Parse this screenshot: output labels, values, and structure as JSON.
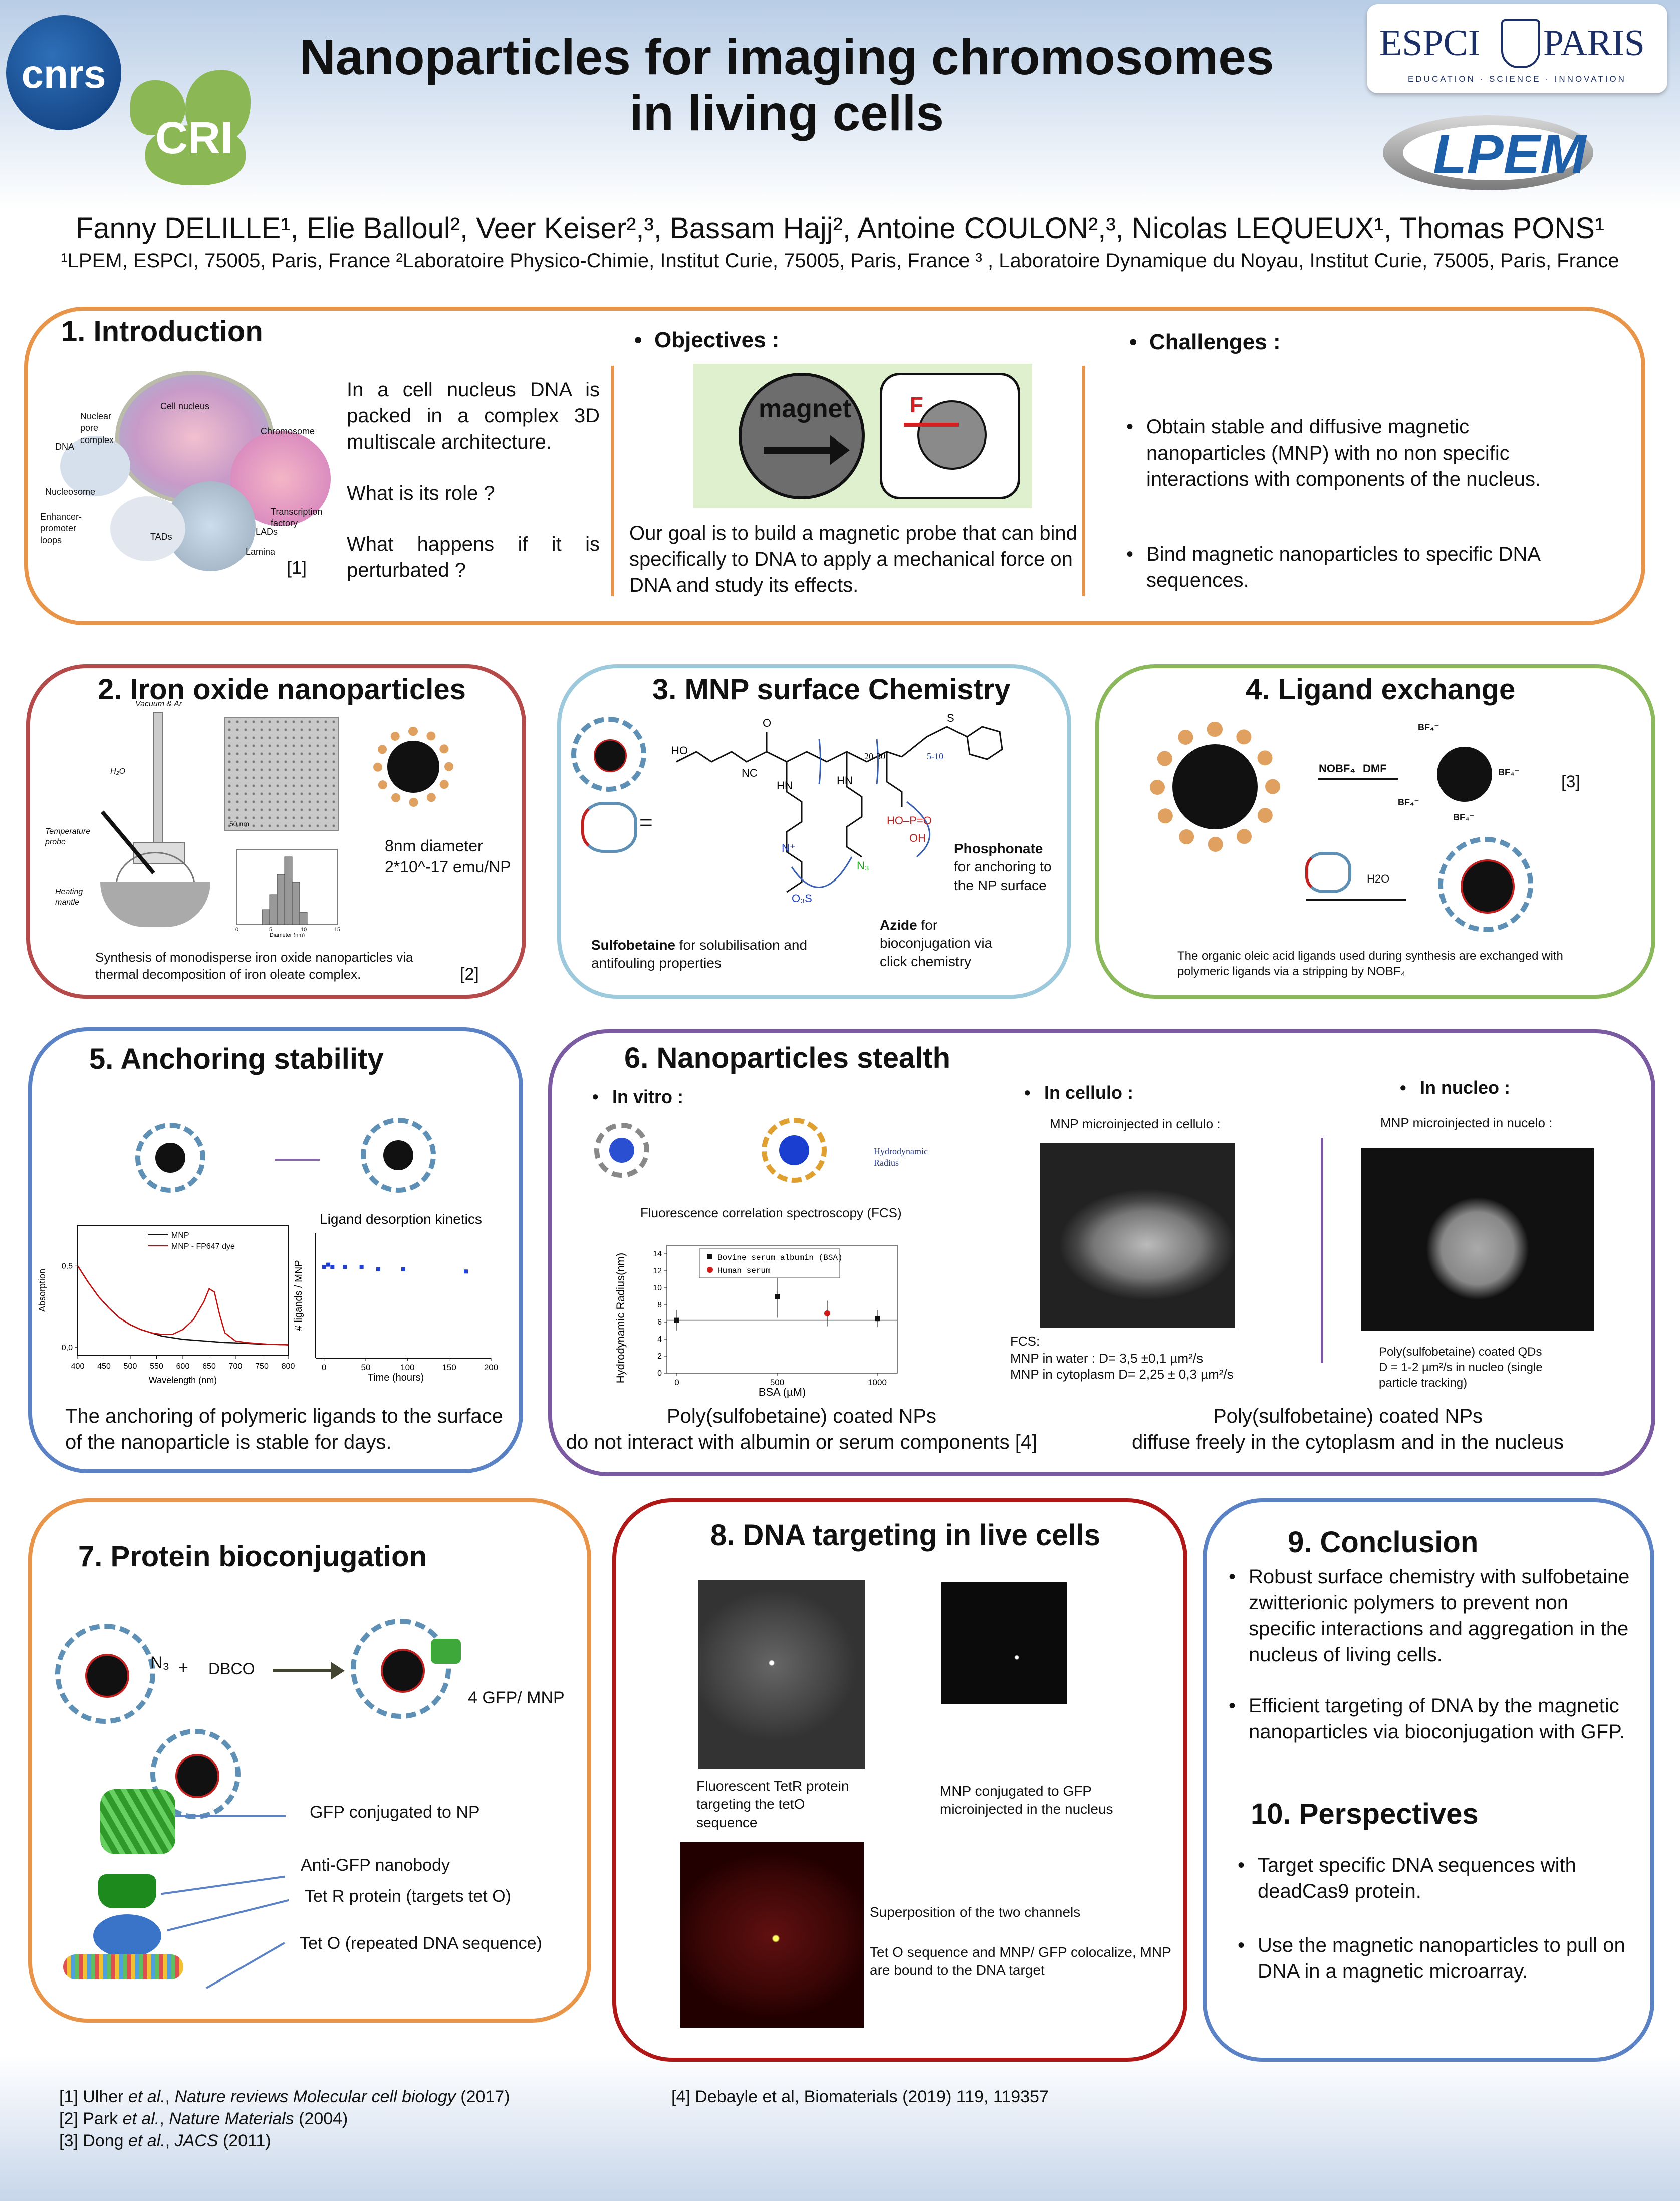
{
  "header": {
    "title_line1": "Nanoparticles for imaging chromosomes",
    "title_line2": "in living cells",
    "logo_cnrs": "cnrs",
    "logo_cri": "CRI",
    "logo_espci_left": "ESPCI",
    "logo_espci_right": "PARIS",
    "logo_espci_tagline": "EDUCATION · SCIENCE · INNOVATION",
    "logo_lpem": "LPEM",
    "authors": "Fanny DELILLE¹, Elie Balloul², Veer Keiser²,³, Bassam Hajj², Antoine COULON²,³, Nicolas LEQUEUX¹, Thomas PONS¹",
    "affiliations": "¹LPEM, ESPCI, 75005, Paris, France ²Laboratoire Physico-Chimie, Institut Curie, 75005, Paris, France ³ , Laboratoire Dynamique du Noyau, Institut Curie, 75005, Paris, France"
  },
  "s1": {
    "title": "1. Introduction",
    "fig_labels": [
      "Nuclear pore complex",
      "Cell nucleus",
      "Chromosome",
      "DNA",
      "Nucleosome",
      "Enhancer-promoter loops",
      "TADs",
      "LADs",
      "Lamina",
      "Transcription factory"
    ],
    "ref": "[1]",
    "text1": "In a cell nucleus DNA is packed in a complex 3D multiscale architecture.",
    "text2": "What is its role ?",
    "text3": "What happens if it is perturbated ?",
    "objectives_head": "Objectives :",
    "magnet": "magnet",
    "force": "F",
    "objectives_text": "Our goal is to build a magnetic probe that can bind specifically to DNA to apply a mechanical force on DNA and study its effects.",
    "challenges_head": "Challenges :",
    "challenge1": "Obtain stable and diffusive magnetic nanoparticles (MNP) with no non specific interactions with components of the nucleus.",
    "challenge2": "Bind magnetic nanoparticles to specific DNA sequences."
  },
  "s2": {
    "title": "2. Iron oxide nanoparticles",
    "lbl_vacuum": "Vacuum & Ar",
    "lbl_h2o": "H₂O",
    "lbl_probe": "Temperature probe",
    "lbl_mantle": "Heating mantle",
    "scale": "50 nm",
    "hist_xlabel": "Diameter (nm)",
    "hist_x_ticks": [
      "0",
      "5",
      "10",
      "15"
    ],
    "props": "8nm diameter\n2*10^-17 emu/NP",
    "caption": "Synthesis of monodisperse iron oxide nanoparticles via thermal decomposition of iron oleate complex.",
    "ref": "[2]"
  },
  "s3": {
    "title": "3. MNP surface Chemistry",
    "equals": "=",
    "ho": "HO",
    "nc": "NC",
    "nh1": "HN",
    "nh2": "HN",
    "o1": "O",
    "n_plus": "N⁺",
    "so3": "O₃S",
    "n3": "N₃",
    "po": "HO–P=O",
    "oh": "OH",
    "s": "S",
    "idx1": "20-30",
    "idx2": "5-10",
    "sulfo_bold": "Sulfobetaine",
    "sulfo_rest": " for solubilisation and antifouling properties",
    "azide_bold": "Azide",
    "azide_rest": " for bioconjugation via click chemistry",
    "phos_bold": "Phosphonate",
    "phos_rest": "for anchoring to the NP surface"
  },
  "s4": {
    "title": "4. Ligand exchange",
    "reagent1": "NOBF₄",
    "reagent2": "DMF",
    "bf4": "BF₄⁻",
    "h2o": "H2O",
    "ref": "[3]",
    "caption": "The organic oleic acid ligands used during synthesis are exchanged with polymeric ligands via a stripping by NOBF₄"
  },
  "s5": {
    "title": "5. Anchoring stability",
    "chart_a_title": "",
    "chart_b_title": "Ligand desorption kinetics",
    "caption": "The anchoring of polymeric ligands to the surface of the nanoparticle is stable for days."
  },
  "s6": {
    "title": "6. Nanoparticles stealth",
    "vitro_head": "In vitro :",
    "hydro_label": "Hydrodynamic Radius",
    "fcs_label": "Fluorescence correlation spectroscopy (FCS)",
    "vitro_caption": "Poly(sulfobetaine) coated NPs\ndo not interact with albumin or serum components [4]",
    "cellulo_head": "In cellulo :",
    "cellulo_sub": "MNP microinjected in cellulo :",
    "fcs_text1": "FCS:",
    "fcs_text2": "MNP in water : D= 3,5 ±0,1 µm²/s",
    "fcs_text3": "MNP in cytoplasm D= 2,25 ± 0,3 µm²/s",
    "nucleo_head": "In nucleo :",
    "nucleo_sub": "MNP microinjected in nucelo :",
    "nucleo_text": "Poly(sulfobetaine) coated QDs\nD = 1-2 µm²/s in nucleo (single particle tracking)",
    "cell_caption": "Poly(sulfobetaine) coated NPs\ndiffuse freely in the cytoplasm and in the nucleus"
  },
  "s7": {
    "title": "7. Protein bioconjugation",
    "n3": "N₃",
    "plus": "+",
    "dbco": "DBCO",
    "gfp_count": "4 GFP/ MNP",
    "lbl_gfp": "GFP conjugated to NP",
    "lbl_nanobody": "Anti-GFP nanobody",
    "lbl_tetr": "Tet R protein (targets tet O)",
    "lbl_teto": "Tet O (repeated DNA sequence)"
  },
  "s8": {
    "title": "8. DNA targeting in live cells",
    "cap1": "Fluorescent TetR protein targeting the tetO sequence",
    "cap2": "MNP conjugated to GFP microinjected in the nucleus",
    "cap3": "Superposition of the two channels",
    "cap4": "Tet O sequence and MNP/ GFP colocalize, MNP are bound to the DNA target"
  },
  "s9": {
    "title": "9. Conclusion",
    "b1": "Robust surface chemistry with sulfobetaine zwitterionic polymers to prevent non specific interactions and aggregation in the nucleus of living cells.",
    "b2": "Efficient targeting of DNA by the magnetic nanoparticles via bioconjugation with GFP.",
    "title2": "10. Perspectives",
    "p1": "Target specific DNA sequences with deadCas9 protein.",
    "p2": "Use the magnetic nanoparticles to pull on DNA in a magnetic microarray."
  },
  "refs": {
    "r1_a": "[1] Ulher ",
    "r1_b": "et al.",
    "r1_c": ", ",
    "r1_d": "Nature reviews Molecular cell biology",
    "r1_e": "  (2017)",
    "r2_a": "[2] Park ",
    "r2_b": "et al.",
    "r2_c": ", ",
    "r2_d": "Nature Materials",
    "r2_e": " (2004)",
    "r3_a": "[3] Dong ",
    "r3_b": "et al.",
    "r3_c": ", ",
    "r3_d": "JACS",
    "r3_e": " (2011)",
    "r4": "[4] Debayle et al, Biomaterials (2019) 119, 119357"
  },
  "colors": {
    "orange": "#e8954a",
    "red": "#b54a4a",
    "lightblue": "#9dc9dc",
    "green": "#8ab85a",
    "blue": "#5a82c4",
    "purple": "#7a5aa0",
    "darkred": "#b01818",
    "title_blue": "#1d5fa8"
  },
  "chart_data": [
    {
      "type": "line",
      "title": "",
      "xlabel": "Wavelength (nm)",
      "ylabel": "Absorption",
      "xlim": [
        400,
        800
      ],
      "ylim": [
        -0.05,
        0.75
      ],
      "x_ticks": [
        400,
        450,
        500,
        550,
        600,
        650,
        700,
        750,
        800
      ],
      "y_ticks": [
        0.0,
        0.5
      ],
      "y_tick_labels": [
        "0,0",
        "0,5"
      ],
      "legend": "top-right",
      "series": [
        {
          "name": "MNP",
          "color": "#111111",
          "x": [
            400,
            420,
            440,
            460,
            480,
            500,
            520,
            540,
            560,
            580,
            600,
            620,
            640,
            660,
            680,
            700,
            720,
            740,
            760,
            780,
            800
          ],
          "y": [
            0.5,
            0.4,
            0.31,
            0.24,
            0.18,
            0.14,
            0.11,
            0.09,
            0.07,
            0.06,
            0.05,
            0.045,
            0.04,
            0.035,
            0.03,
            0.028,
            0.025,
            0.022,
            0.02,
            0.018,
            0.016
          ]
        },
        {
          "name": "MNP - FP647 dye",
          "color": "#c01010",
          "x": [
            400,
            420,
            440,
            460,
            480,
            500,
            520,
            540,
            560,
            580,
            600,
            620,
            640,
            650,
            660,
            670,
            680,
            700,
            720,
            740,
            760,
            780,
            800
          ],
          "y": [
            0.5,
            0.4,
            0.31,
            0.24,
            0.18,
            0.14,
            0.11,
            0.09,
            0.08,
            0.08,
            0.11,
            0.17,
            0.28,
            0.36,
            0.34,
            0.2,
            0.09,
            0.04,
            0.03,
            0.025,
            0.02,
            0.018,
            0.016
          ]
        }
      ]
    },
    {
      "type": "scatter",
      "title": "Ligand desorption kinetics",
      "xlabel": "Time (hours)",
      "ylabel": "# ligands / MNP",
      "xlim": [
        -10,
        200
      ],
      "ylim": [
        0,
        55
      ],
      "x_ticks": [
        0,
        50,
        100,
        150,
        200
      ],
      "series": [
        {
          "name": "",
          "color": "#1f3fd6",
          "x": [
            0,
            5,
            10,
            25,
            45,
            65,
            95,
            170
          ],
          "y": [
            40,
            41,
            40,
            40,
            40,
            39,
            39,
            38
          ]
        }
      ]
    },
    {
      "type": "scatter",
      "title": "",
      "xlabel": "BSA (µM)",
      "ylabel": "Hydrodynamic Radius(nm)",
      "xlim": [
        -50,
        1100
      ],
      "ylim": [
        0,
        15
      ],
      "x_ticks": [
        0,
        500,
        1000
      ],
      "y_ticks": [
        0,
        2,
        4,
        6,
        8,
        10,
        12,
        14
      ],
      "legend": "top",
      "reference_line": 6.2,
      "series": [
        {
          "name": "Bovine serum albumin (BSA)",
          "color": "#111111",
          "x": [
            0,
            500,
            1000
          ],
          "y": [
            6.2,
            9.0,
            6.4
          ],
          "err": [
            1.2,
            2.5,
            1.0
          ]
        },
        {
          "name": "Human serum",
          "color": "#d01818",
          "x": [
            750
          ],
          "y": [
            7.0
          ],
          "err": [
            1.5
          ]
        }
      ]
    }
  ]
}
